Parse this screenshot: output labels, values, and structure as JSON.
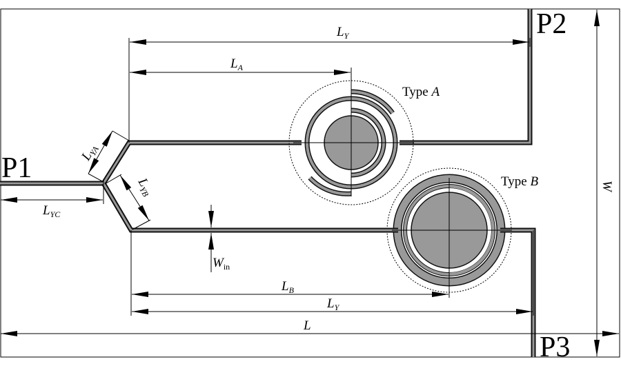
{
  "ports": {
    "p1": "P1",
    "p2": "P2",
    "p3": "P3"
  },
  "types": {
    "a_prefix": "Type ",
    "a_letter": "A",
    "b_prefix": "Type ",
    "b_letter": "B"
  },
  "dimensions": {
    "ly_top": {
      "main": "L",
      "sub": "Y"
    },
    "la": {
      "main": "L",
      "sub": "A"
    },
    "lya": {
      "main": "L",
      "sub": "YA"
    },
    "lyb": {
      "main": "L",
      "sub": "YB"
    },
    "lyc": {
      "main": "L",
      "sub": "YC"
    },
    "win": {
      "main": "W",
      "sub": "in"
    },
    "lb": {
      "main": "L",
      "sub": "B"
    },
    "ly_bottom": {
      "main": "L",
      "sub": "Y"
    },
    "l": {
      "main": "L"
    },
    "w": {
      "main": "W"
    }
  },
  "colors": {
    "metal": "#999999",
    "outline": "#111111"
  }
}
